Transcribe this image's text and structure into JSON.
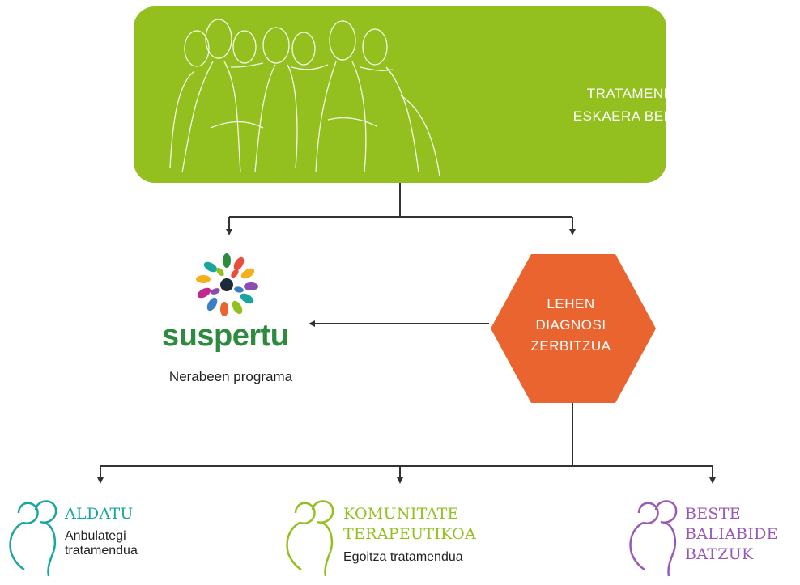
{
  "colors": {
    "green": "#93c01f",
    "orange": "#e9642f",
    "teal": "#1aa6a0",
    "lime": "#93c01f",
    "purple": "#9b59b6",
    "arrow": "#333333"
  },
  "top": {
    "title": "TRATAMENDU\nESKAERA BERRIA"
  },
  "diagnosis": {
    "title": "LEHEN\nDIAGNOSI\nZERBITZUA"
  },
  "suspertu": {
    "logo_text": "suspertu",
    "caption": "Nerabeen programa"
  },
  "options": [
    {
      "title": "ALDATU",
      "subtitle": "Anbulategi\ntratamendua",
      "icon": "people-icon"
    },
    {
      "title": "KOMUNITATE\nTERAPEUTIKOA",
      "subtitle": "Egoitza tratamendua",
      "icon": "people-icon"
    },
    {
      "title": "BESTE\nBALIABIDE\nBATZUK",
      "subtitle": "",
      "icon": "people-icon"
    }
  ]
}
